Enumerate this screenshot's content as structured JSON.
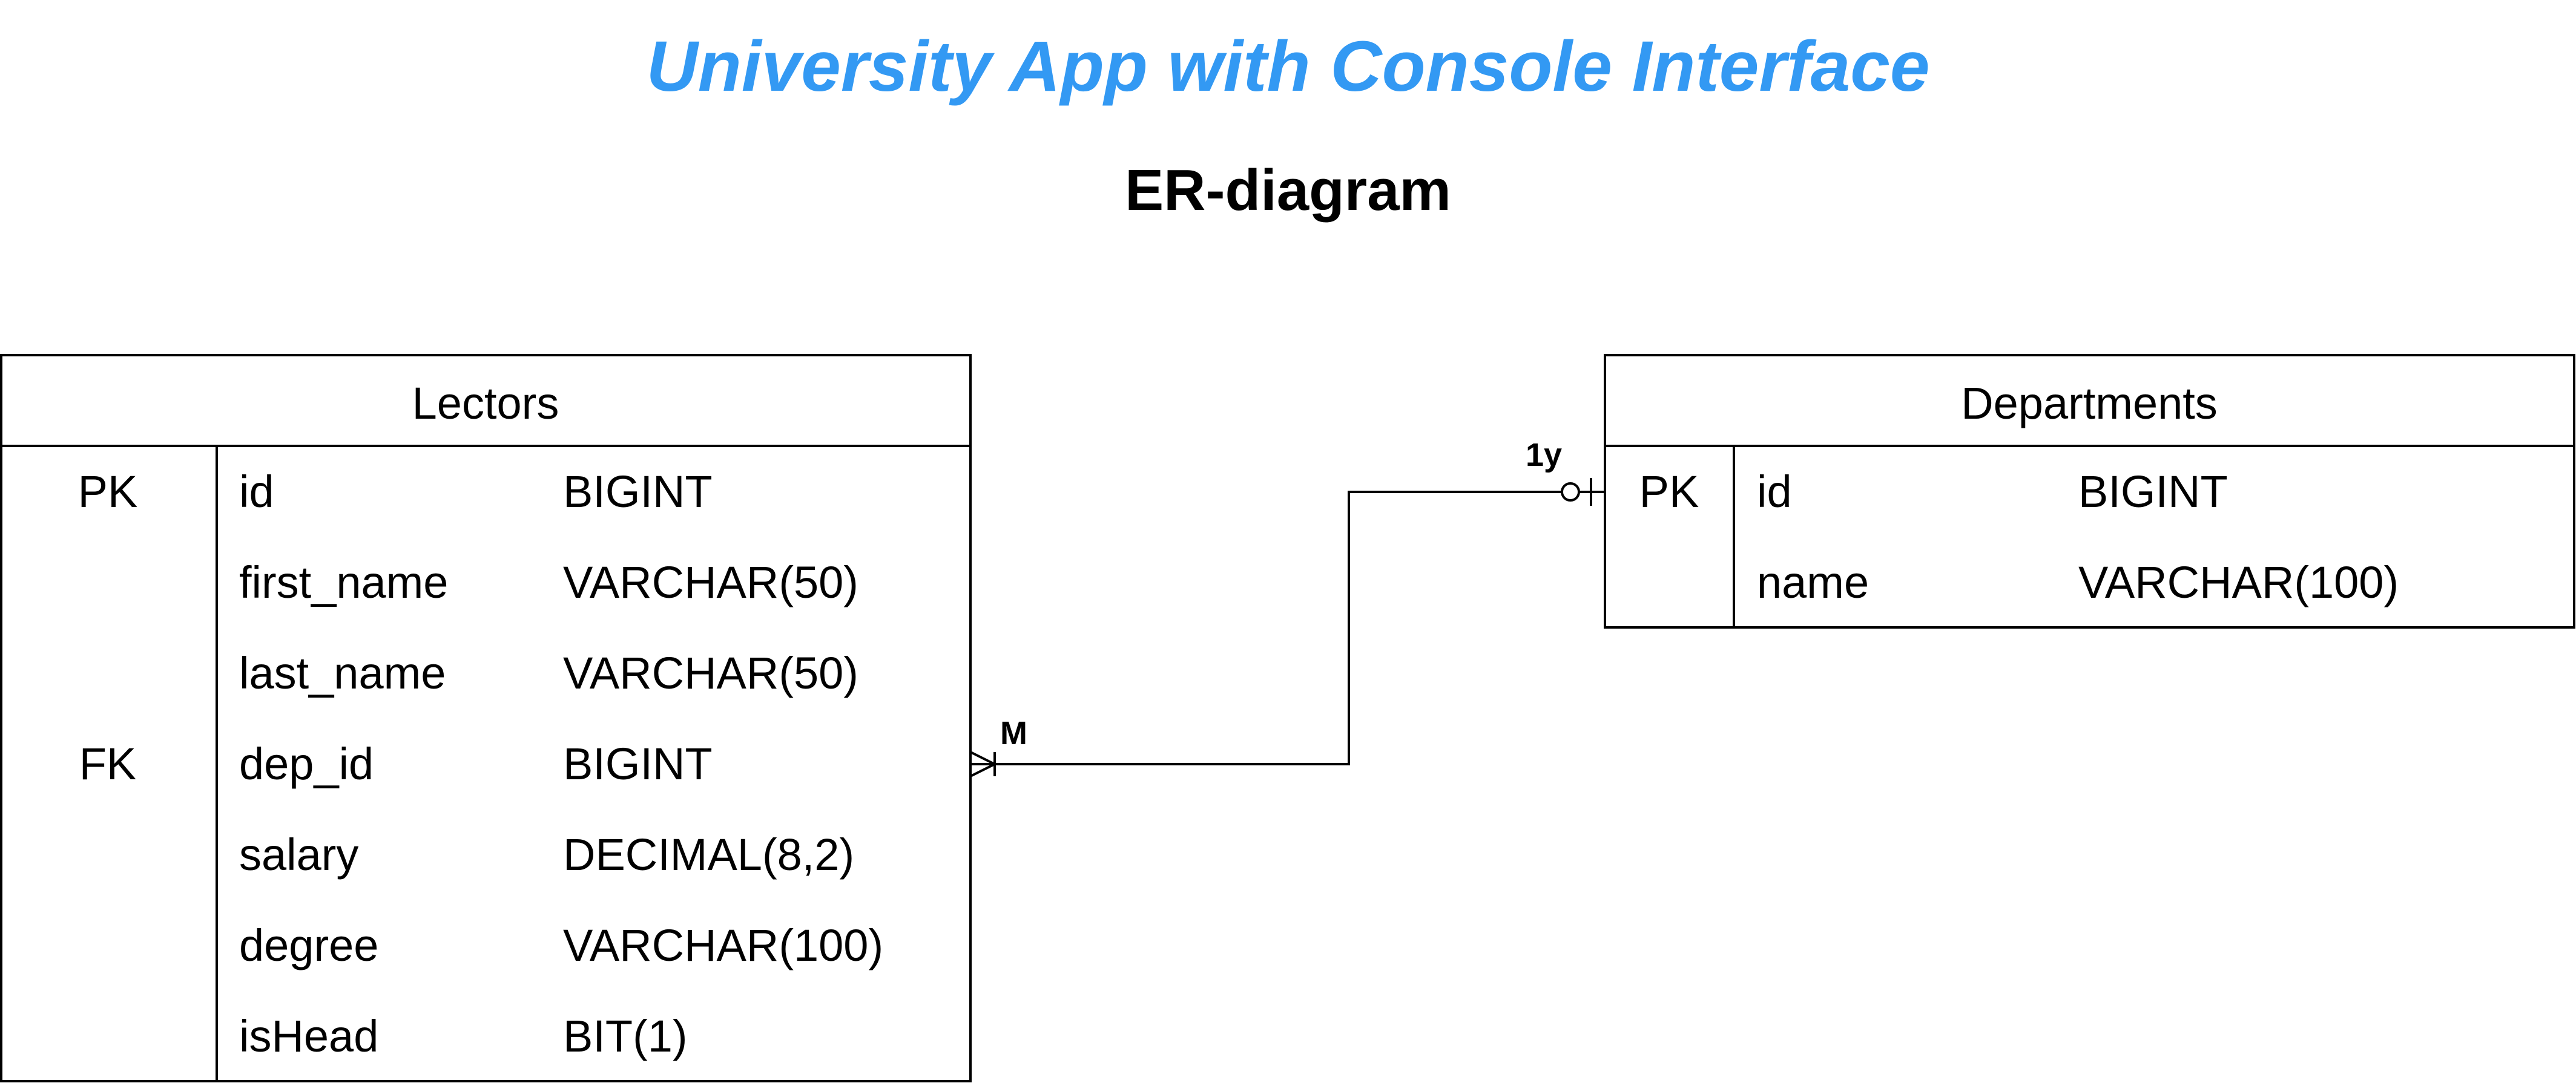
{
  "title": "University App with Console Interface",
  "subtitle": "ER-diagram",
  "colors": {
    "title": "#3399f3",
    "line": "#000000",
    "background": "#ffffff"
  },
  "entities": [
    {
      "name": "Lectors",
      "rows": [
        {
          "key": "PK",
          "field": "id",
          "type": "BIGINT"
        },
        {
          "key": "",
          "field": "first_name",
          "type": "VARCHAR(50)"
        },
        {
          "key": "",
          "field": "last_name",
          "type": "VARCHAR(50)"
        },
        {
          "key": "FK",
          "field": "dep_id",
          "type": "BIGINT"
        },
        {
          "key": "",
          "field": "salary",
          "type": "DECIMAL(8,2)"
        },
        {
          "key": "",
          "field": "degree",
          "type": "VARCHAR(100)"
        },
        {
          "key": "",
          "field": "isHead",
          "type": "BIT(1)"
        }
      ]
    },
    {
      "name": "Departments",
      "rows": [
        {
          "key": "PK",
          "field": "id",
          "type": "BIGINT"
        },
        {
          "key": "",
          "field": "name",
          "type": "VARCHAR(100)"
        }
      ]
    }
  ],
  "relationship": {
    "from_label": "M",
    "to_label": "1y",
    "from_notation": "many-mandatory",
    "to_notation": "one-optional"
  }
}
